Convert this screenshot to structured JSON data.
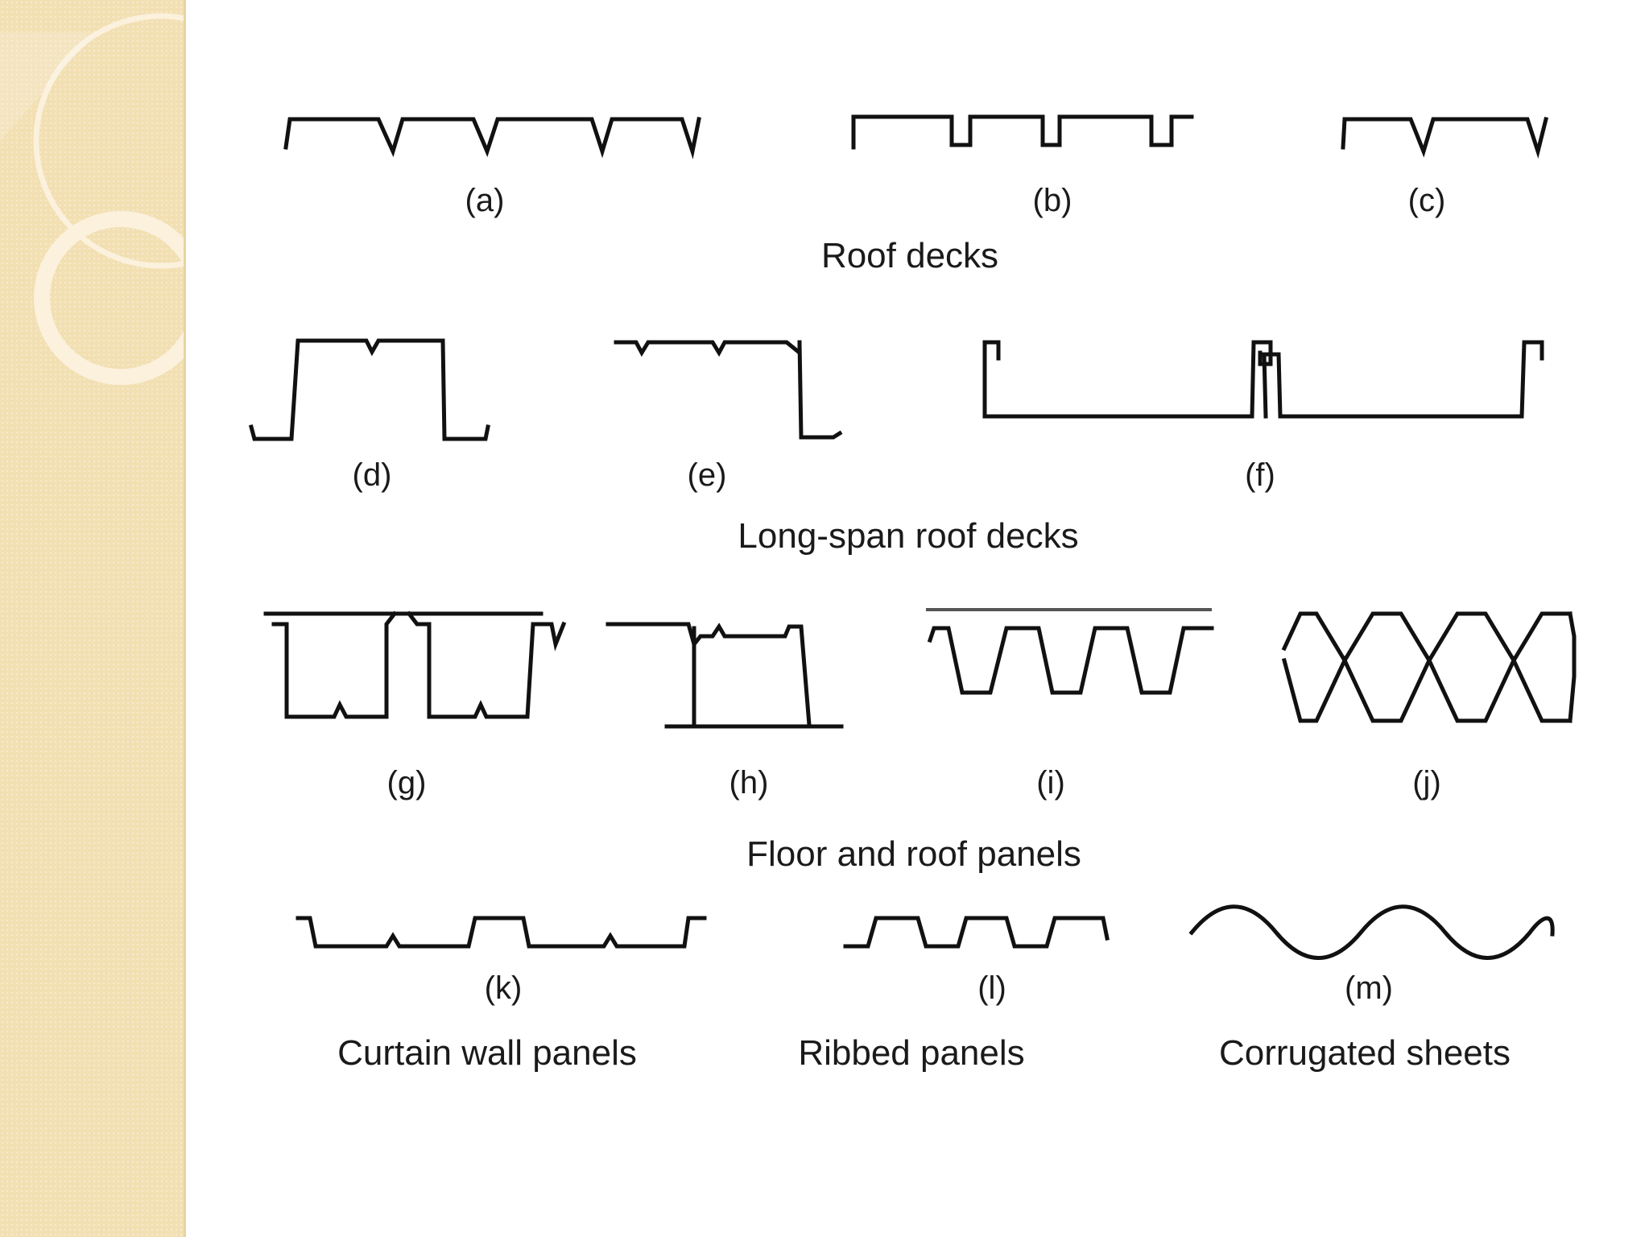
{
  "slide": {
    "colors": {
      "sidebar": "#f2dfb2",
      "ring": "#fbf1dc",
      "ink": "#111111"
    }
  },
  "figure": {
    "groups": {
      "roof_decks": "Roof decks",
      "long_span_roof_decks": "Long-span roof decks",
      "floor_and_roof_panels": "Floor and roof panels",
      "curtain_wall_panels": "Curtain wall panels",
      "ribbed_panels": "Ribbed panels",
      "corrugated_sheets": "Corrugated sheets"
    },
    "profiles": {
      "a": "(a)",
      "b": "(b)",
      "c": "(c)",
      "d": "(d)",
      "e": "(e)",
      "f": "(f)",
      "g": "(g)",
      "h": "(h)",
      "i": "(i)",
      "j": "(j)",
      "k": "(k)",
      "l": "(l)",
      "m": "(m)"
    }
  }
}
